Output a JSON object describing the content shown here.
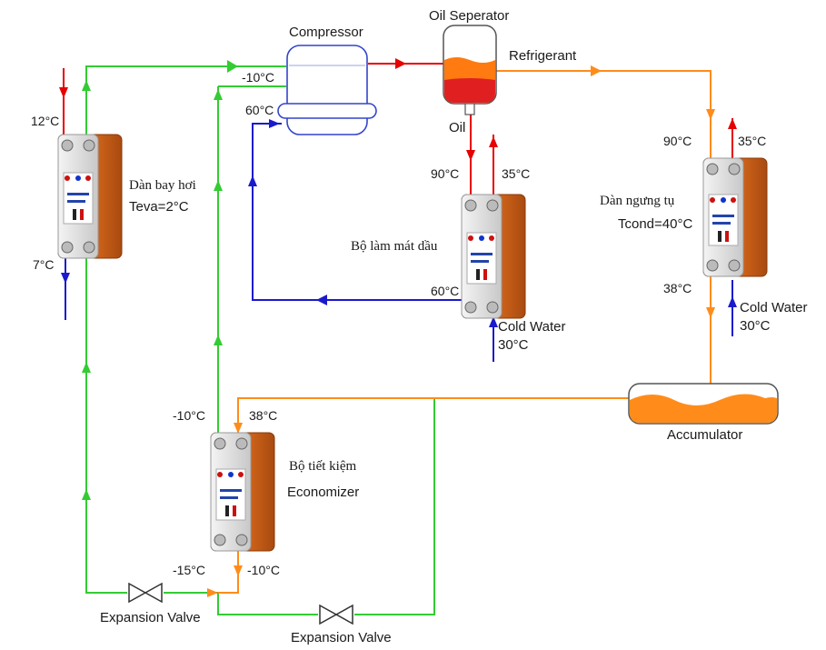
{
  "labels": {
    "compressor": "Compressor",
    "oil_separator": "Oil Seperator",
    "refrigerant": "Refrigerant",
    "oil": "Oil",
    "evaporator_vn": "Dàn bay hơi",
    "evaporator_temp": "Teva=2°C",
    "oil_cooler_vn": "Bộ làm mát dầu",
    "condenser_vn": "Dàn ngưng tụ",
    "condenser_temp": "Tcond=40°C",
    "accumulator": "Accumulator",
    "economizer_vn": "Bộ tiết kiệm",
    "economizer": "Economizer",
    "expansion_valve_1": "Expansion Valve",
    "expansion_valve_2": "Expansion Valve",
    "cold_water_oil": "Cold Water",
    "cold_water_oil_temp": "30°C",
    "cold_water_cond": "Cold Water",
    "cold_water_cond_temp": "30°C"
  },
  "temperatures": {
    "evap_in": "12°C",
    "evap_out": "7°C",
    "comp_suction": "-10°C",
    "comp_oil_return": "60°C",
    "oil_out": "90°C",
    "oil_water_out": "35°C",
    "oil_return": "60°C",
    "cond_in": "90°C",
    "cond_water_out": "35°C",
    "cond_out": "38°C",
    "econ_left": "-10°C",
    "econ_in": "38°C",
    "econ_bottom_left": "-15°C",
    "econ_bottom_right": "-10°C"
  },
  "colors": {
    "green_line": "#33cc33",
    "orange_line": "#ff8c1a",
    "blue_line": "#1a1acc",
    "red_line": "#e60000",
    "heat_exchanger": "#e07a2a",
    "accumulator_fill": "#ff8c1a"
  }
}
